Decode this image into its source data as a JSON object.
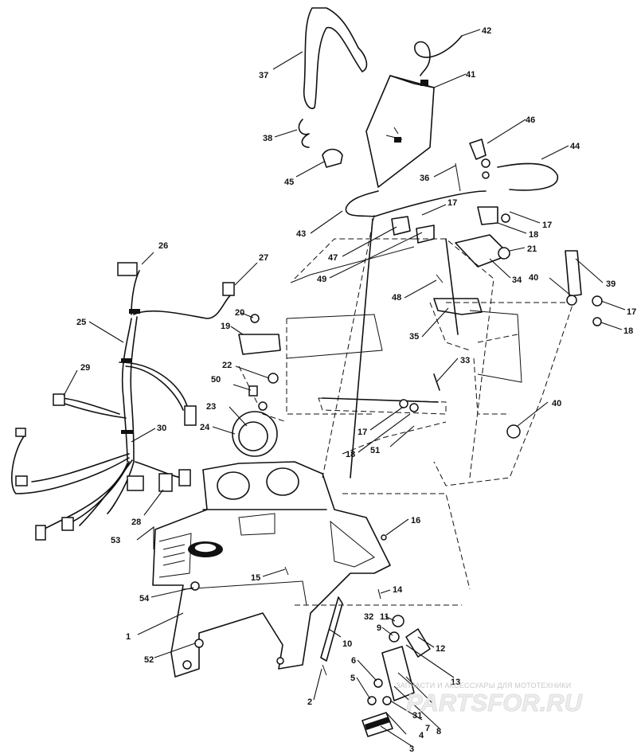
{
  "diagram": {
    "callouts": [
      {
        "id": "1",
        "label": "1"
      },
      {
        "id": "2",
        "label": "2"
      },
      {
        "id": "3",
        "label": "3"
      },
      {
        "id": "4",
        "label": "4"
      },
      {
        "id": "5",
        "label": "5"
      },
      {
        "id": "6",
        "label": "6"
      },
      {
        "id": "7",
        "label": "7"
      },
      {
        "id": "8",
        "label": "8"
      },
      {
        "id": "9",
        "label": "9"
      },
      {
        "id": "10",
        "label": "10"
      },
      {
        "id": "11",
        "label": "11"
      },
      {
        "id": "12",
        "label": "12"
      },
      {
        "id": "13",
        "label": "13"
      },
      {
        "id": "14",
        "label": "14"
      },
      {
        "id": "15",
        "label": "15"
      },
      {
        "id": "16",
        "label": "16"
      },
      {
        "id": "17a",
        "label": "17"
      },
      {
        "id": "17b",
        "label": "17"
      },
      {
        "id": "17c",
        "label": "17"
      },
      {
        "id": "17d",
        "label": "17"
      },
      {
        "id": "18a",
        "label": "18"
      },
      {
        "id": "18b",
        "label": "18"
      },
      {
        "id": "18c",
        "label": "18"
      },
      {
        "id": "19",
        "label": "19"
      },
      {
        "id": "20",
        "label": "20"
      },
      {
        "id": "21",
        "label": "21"
      },
      {
        "id": "22",
        "label": "22"
      },
      {
        "id": "23",
        "label": "23"
      },
      {
        "id": "24",
        "label": "24"
      },
      {
        "id": "25",
        "label": "25"
      },
      {
        "id": "26",
        "label": "26"
      },
      {
        "id": "27",
        "label": "27"
      },
      {
        "id": "28",
        "label": "28"
      },
      {
        "id": "29",
        "label": "29"
      },
      {
        "id": "30",
        "label": "30"
      },
      {
        "id": "31",
        "label": "31"
      },
      {
        "id": "32",
        "label": "32"
      },
      {
        "id": "33",
        "label": "33"
      },
      {
        "id": "34",
        "label": "34"
      },
      {
        "id": "35",
        "label": "35"
      },
      {
        "id": "36",
        "label": "36"
      },
      {
        "id": "37",
        "label": "37"
      },
      {
        "id": "38",
        "label": "38"
      },
      {
        "id": "39",
        "label": "39"
      },
      {
        "id": "40a",
        "label": "40"
      },
      {
        "id": "40b",
        "label": "40"
      },
      {
        "id": "41",
        "label": "41"
      },
      {
        "id": "42",
        "label": "42"
      },
      {
        "id": "43",
        "label": "43"
      },
      {
        "id": "44",
        "label": "44"
      },
      {
        "id": "45",
        "label": "45"
      },
      {
        "id": "46",
        "label": "46"
      },
      {
        "id": "47",
        "label": "47"
      },
      {
        "id": "48",
        "label": "48"
      },
      {
        "id": "49",
        "label": "49"
      },
      {
        "id": "50",
        "label": "50"
      },
      {
        "id": "51",
        "label": "51"
      },
      {
        "id": "52",
        "label": "52"
      },
      {
        "id": "53",
        "label": "53"
      },
      {
        "id": "54",
        "label": "54"
      }
    ]
  },
  "watermark": {
    "tagline": "ЗАПЧАСТИ И АКСЕССУАРЫ ДЛЯ МОТОТЕХНИКИ",
    "logo": "PARTSFOR.RU"
  }
}
